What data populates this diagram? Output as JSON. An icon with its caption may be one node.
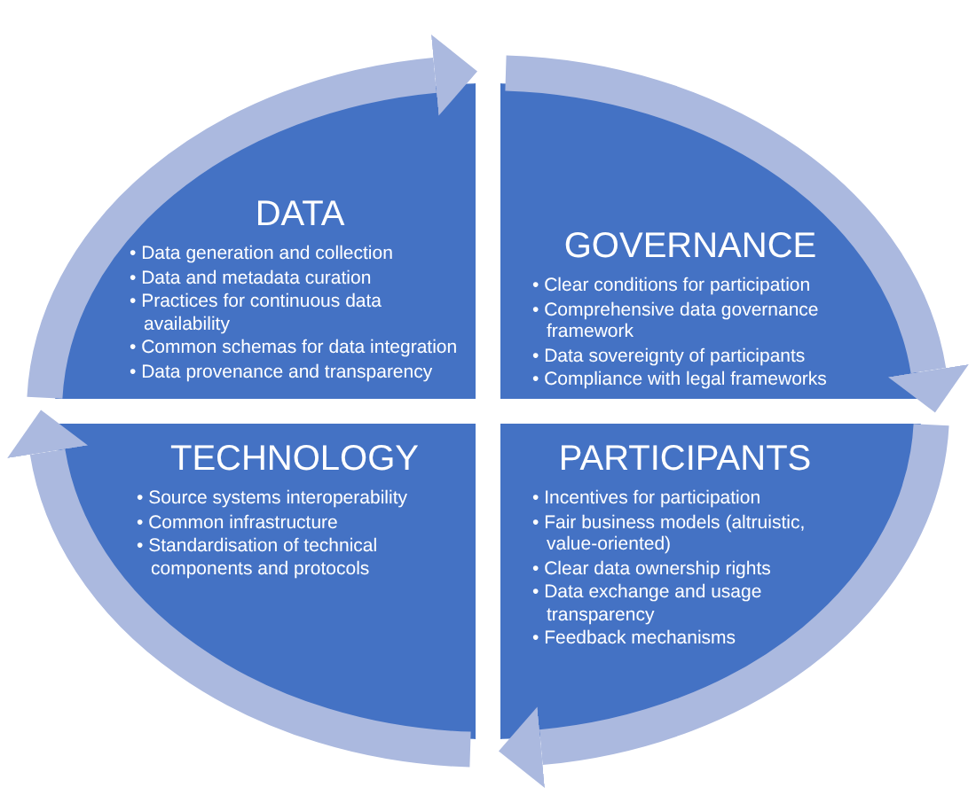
{
  "diagram": {
    "nodes": [
      {
        "text": [
          "DATA",
          "• Data generation and collection",
          "• Data and metadata curation",
          "• Practices for continuous data availability",
          "• Common schemas for data integration",
          "• Data provenance and transparency"
        ]
      },
      {
        "text": [
          "GOVERNANCE",
          "• Clear conditions for participation",
          "• Comprehensive data governance framework",
          "• Data sovereignty of participants",
          "• Compliance with legal frameworks"
        ]
      },
      {
        "text": [
          "TECHNOLOGY",
          "• Source systems interoperability",
          "• Common infrastructure",
          "• Standardisation of technical components and protocols"
        ]
      },
      {
        "text": [
          "PARTICIPANTS",
          "• Incentives for participation",
          "• Fair business models (altruistic, value-oriented)",
          "• Clear data ownership rights",
          "• Data exchange and usage transparency",
          "• Feedback mechanisms"
        ]
      }
    ],
    "edges": [
      {
        "from": 0,
        "to": 1,
        "arrow": "to"
      },
      {
        "from": 1,
        "to": 3,
        "arrow": "to"
      },
      {
        "from": 3,
        "to": 2,
        "arrow": "to"
      },
      {
        "from": 2,
        "to": 0,
        "arrow": "to"
      }
    ]
  }
}
